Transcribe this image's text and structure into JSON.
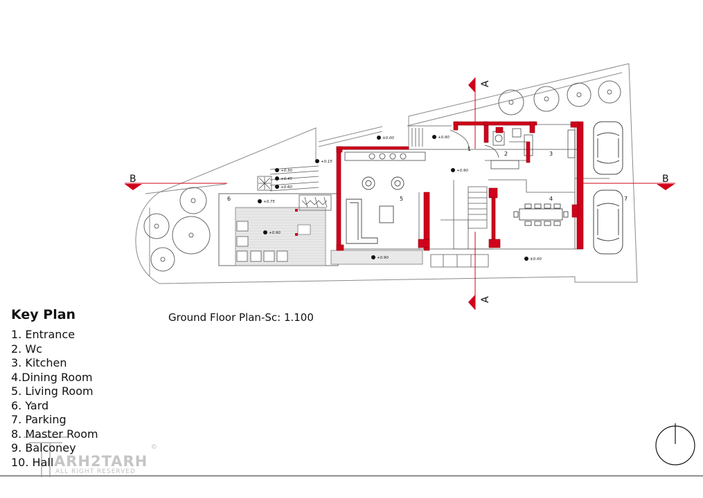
{
  "plan_title": "Ground Floor Plan-Sc: 1.100",
  "key_plan": {
    "title": "Key Plan",
    "items": [
      "1. Entrance",
      "2. Wc",
      "3. Kitchen",
      "4.Dining Room",
      "5. Living Room",
      "6. Yard",
      "7. Parking",
      "8. Master Room",
      "9. Balconey",
      "10. Hall"
    ]
  },
  "section_markers": {
    "a_top": "A",
    "a_bottom": "A",
    "b_left": "B",
    "b_right": "B"
  },
  "room_numbers": [
    "1",
    "2",
    "3",
    "4",
    "5",
    "6",
    "7"
  ],
  "levels": {
    "l1": "±0.00",
    "l2": "+0.90",
    "l3": "+0.15",
    "l4": "+0.30",
    "l5": "+0.45",
    "l6": "+0.60",
    "l7": "+0.75",
    "l8": "+0.90",
    "l9": "+0.90",
    "l10": "+0.90",
    "l11": "±0.00"
  },
  "watermark": {
    "brand": "ARH2TARH",
    "sub": "ALL RIGHT RESERVED",
    "copyright": "©"
  },
  "colors": {
    "wall": "#d0021b",
    "line": "#444444",
    "section": "#d0021b"
  }
}
